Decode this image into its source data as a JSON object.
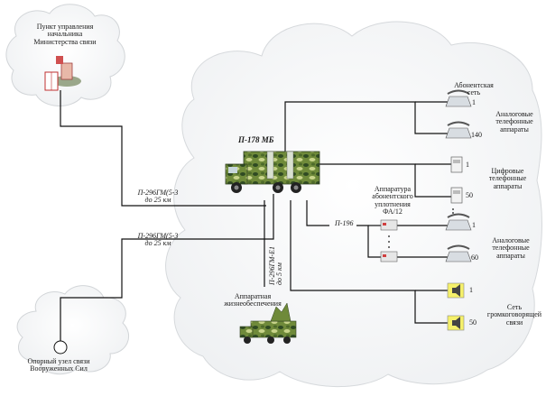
{
  "labels": {
    "command_post": "Пункт управления\nначальника\nМинистерства связи",
    "support_node": "Опорный узел связи\nВооруженных Сил",
    "main_vehicle": "П-178 МБ",
    "equipment_vehicle": "Аппаратная\nжизнеобеспечения",
    "link_top": "П-296ГМ(5-3\nдо 25 км",
    "link_bottom": "П-296ГМ(5-3\nдо 25 км",
    "link_equipment": "П-296ГМ-Е1\nдо 5 км",
    "link_mux": "П-196",
    "multiplexer": "Аппаратура\nабонентского\nуплотнения ФА/12",
    "subscriber_network": "Абонентская сеть",
    "analog_phones_top": "Аналоговые\nтелефонные аппараты",
    "digital_phones": "Цифровые\nтелефонные аппараты",
    "analog_phones_bottom": "Аналоговые\nтелефонные аппараты",
    "loudspeaker_network": "Сеть\nгромкоговорящей\nсвязи"
  },
  "counts": {
    "analog_top_first": "1",
    "analog_top_last": "140",
    "digital_first": "1",
    "digital_last": "50",
    "analog_bottom_first": "1",
    "analog_bottom_last": "60",
    "speaker_first": "1",
    "speaker_last": "50"
  },
  "colors": {
    "cloud": "#eef0f2",
    "lines": "#111111",
    "camo": "#6f8a3a",
    "speaker": "#f5f06a"
  }
}
